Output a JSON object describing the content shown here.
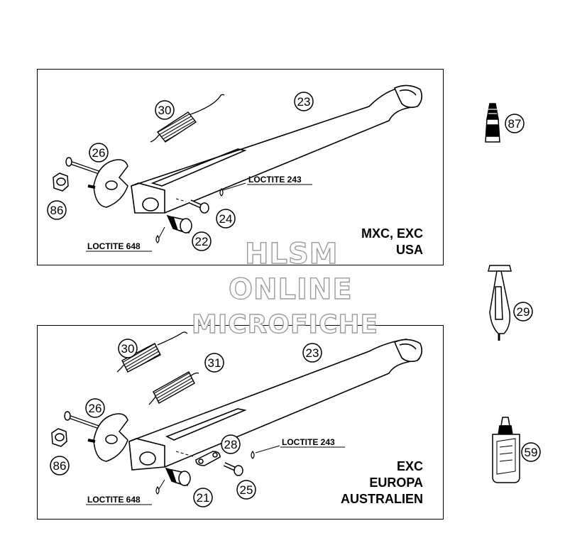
{
  "top_panel": {
    "region_lines": [
      "MXC, EXC",
      "USA"
    ],
    "loctite_a": "LOCTITE 243",
    "loctite_b": "LOCTITE 648",
    "callouts": [
      "30",
      "23",
      "26",
      "86",
      "24",
      "22"
    ]
  },
  "bottom_panel": {
    "region_lines": [
      "EXC",
      "EUROPA",
      "AUSTRALIEN"
    ],
    "loctite_a": "LOCTITE 243",
    "loctite_b": "LOCTITE 648",
    "callouts": [
      "30",
      "31",
      "23",
      "26",
      "28",
      "86",
      "25",
      "21"
    ]
  },
  "side_parts": {
    "callouts": [
      "87",
      "29",
      "59"
    ]
  },
  "watermark": {
    "lines": [
      "HLSM",
      "ONLINE",
      "MICROFICHE"
    ]
  }
}
